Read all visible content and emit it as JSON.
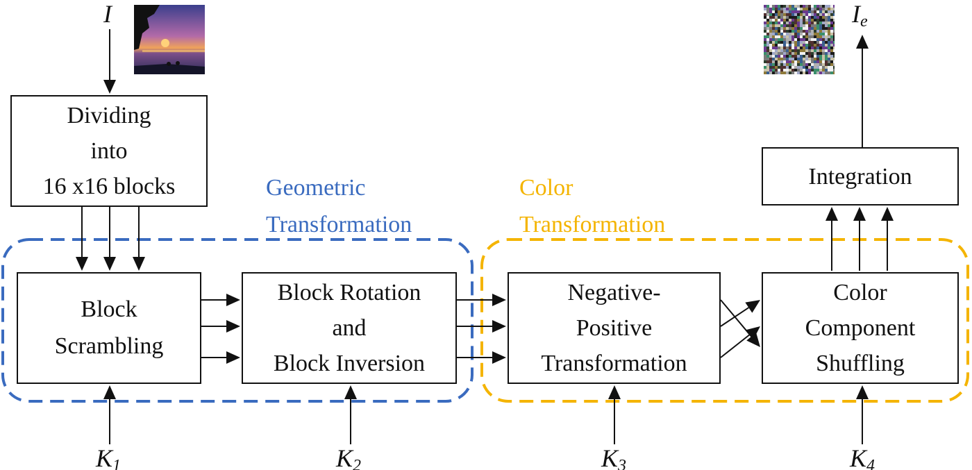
{
  "input_label": {
    "main": "I",
    "sub": ""
  },
  "output_label": {
    "main": "I",
    "sub": "e"
  },
  "boxes": {
    "dividing": [
      "Dividing",
      "into",
      "16 x16 blocks"
    ],
    "block_scrambling": [
      "Block",
      "Scrambling"
    ],
    "block_rotation": [
      "Block Rotation",
      "and",
      "Block Inversion"
    ],
    "negative_positive": [
      "Negative-",
      "Positive",
      "Transformation"
    ],
    "color_shuffling": [
      "Color",
      "Component",
      "Shuffling"
    ],
    "integration": [
      "Integration"
    ]
  },
  "groups": {
    "geometric": {
      "line1": "Geometric",
      "line2": "Transformation",
      "color": "#3a6bbf"
    },
    "color": {
      "line1": "Color",
      "line2": "Transformation",
      "color": "#f4b400"
    }
  },
  "keys": [
    {
      "main": "K",
      "sub": "1"
    },
    {
      "main": "K",
      "sub": "2"
    },
    {
      "main": "K",
      "sub": "3"
    },
    {
      "main": "K",
      "sub": "4"
    }
  ],
  "images": {
    "input": "sunset-photo",
    "output": "encrypted-noise"
  }
}
